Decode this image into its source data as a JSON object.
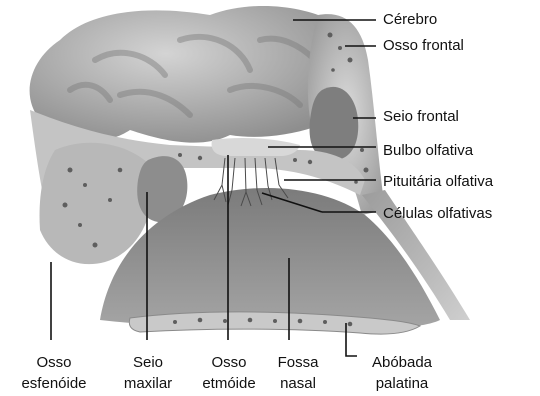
{
  "labels": {
    "cerebro": "Cérebro",
    "osso_frontal": "Osso frontal",
    "seio_frontal": "Seio frontal",
    "bulbo_olfativa": "Bulbo olfativa",
    "pituitaria_olfativa": "Pituitária olfativa",
    "celulas_olfativas": "Células olfativas",
    "osso_esfenoide": [
      "Osso",
      "esfenóide"
    ],
    "seio_maxilar": [
      "Seio",
      "maxilar"
    ],
    "osso_etmoide": [
      "Osso",
      "etmóide"
    ],
    "fossa_nasal": [
      "Fossa",
      "nasal"
    ],
    "abobada_palatina": [
      "Abóbada",
      "palatina"
    ]
  },
  "colors": {
    "bone": "#c8c8c8",
    "bone_dark": "#6f6f6f",
    "brain": "#b3b3b3",
    "cavity": "#8a8a8a",
    "leader_line": "#111111"
  }
}
